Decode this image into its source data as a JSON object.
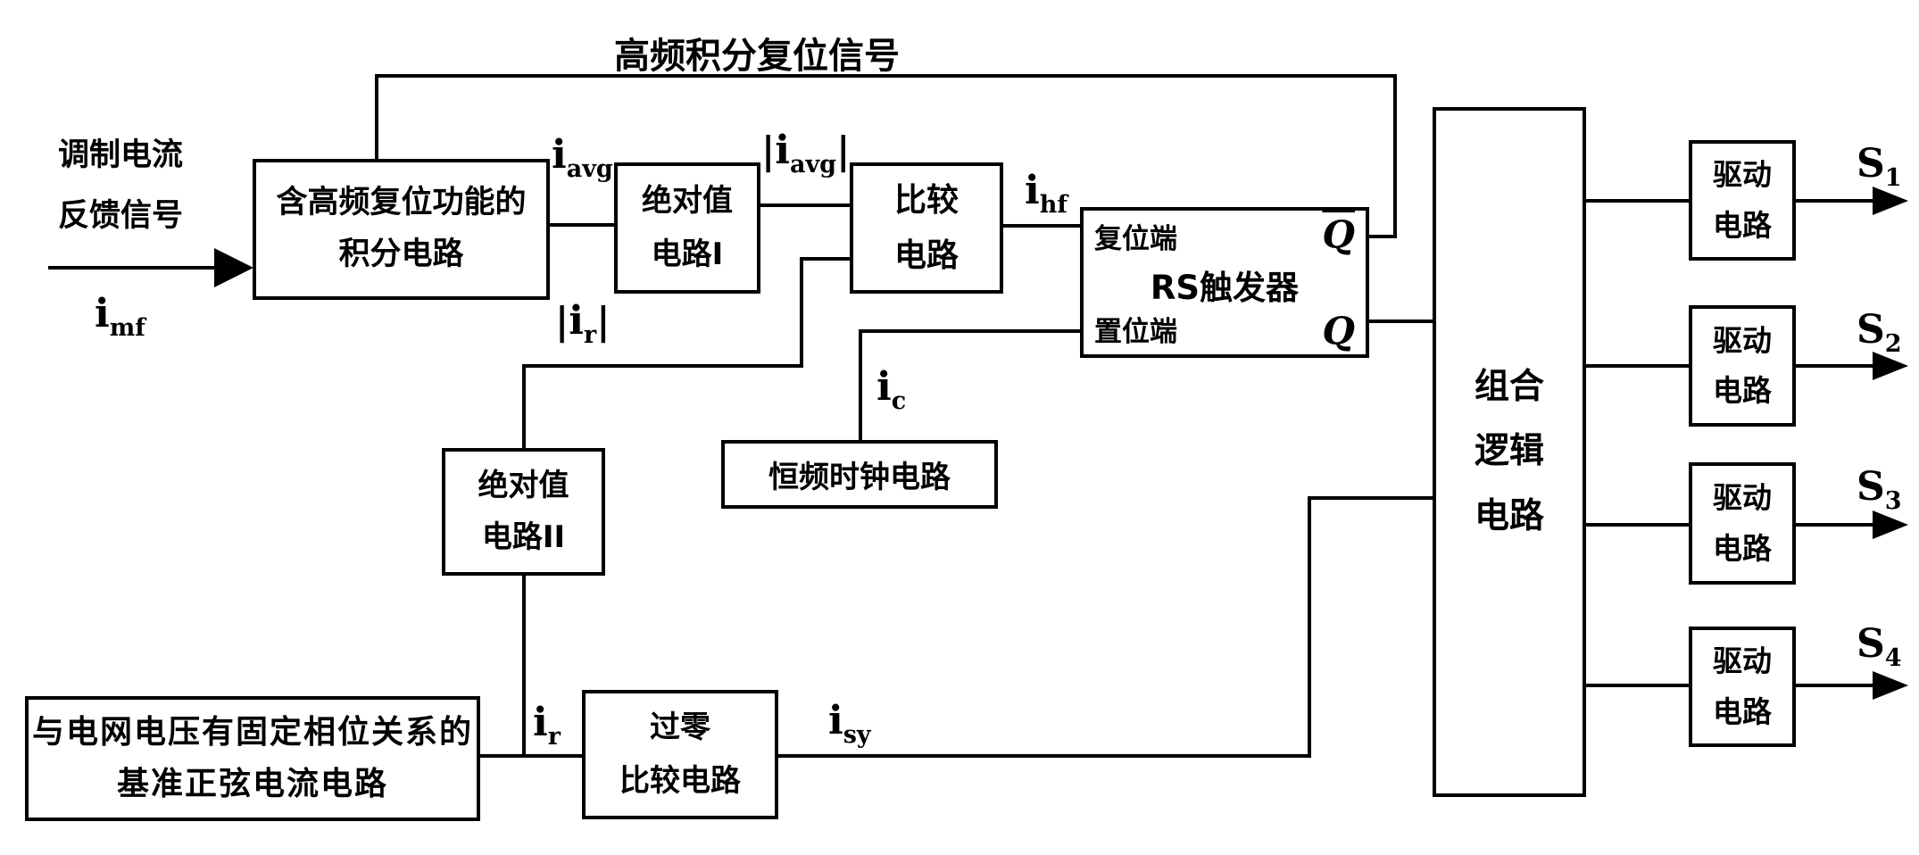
{
  "colors": {
    "line": "#000000",
    "background": "#ffffff"
  },
  "top_label": "高频积分复位信号",
  "input": {
    "line1": "调制电流",
    "line2": "反馈信号"
  },
  "signals": {
    "imf": {
      "base": "i",
      "sub": "mf"
    },
    "iavg": {
      "base": "i",
      "sub": "avg"
    },
    "iavg_abs": {
      "pre": "|",
      "base": "i",
      "sub": "avg",
      "post": "|"
    },
    "ihf": {
      "base": "i",
      "sub": "hf"
    },
    "ic": {
      "base": "i",
      "sub": "c"
    },
    "ir_abs": {
      "pre": "|",
      "base": "i",
      "sub": "r",
      "post": "|"
    },
    "ir": {
      "base": "i",
      "sub": "r"
    },
    "isy": {
      "base": "i",
      "sub": "sy"
    },
    "s1": {
      "base": "S",
      "sub": "1"
    },
    "s2": {
      "base": "S",
      "sub": "2"
    },
    "s3": {
      "base": "S",
      "sub": "3"
    },
    "s4": {
      "base": "S",
      "sub": "4"
    }
  },
  "blocks": {
    "integrator": {
      "line1": "含高频复位功能的",
      "line2": "积分电路"
    },
    "abs1": {
      "line1": "绝对值",
      "line2": "电路I"
    },
    "comparator": {
      "line1": "比较",
      "line2": "电路"
    },
    "rs": {
      "title": "RS触发器",
      "reset": "复位端",
      "set": "置位端",
      "q_bar": "Q",
      "q": "Q"
    },
    "clock": {
      "line1": "恒频时钟电路"
    },
    "abs2": {
      "line1": "绝对值",
      "line2": "电路II"
    },
    "sine_ref": {
      "line1": "与电网电压有固定相位关系的",
      "line2": "基准正弦电流电路"
    },
    "zero_cross": {
      "line1": "过零",
      "line2": "比较电路"
    },
    "logic": {
      "line1": "组合",
      "line2": "逻辑",
      "line3": "电路"
    },
    "drive": {
      "line1": "驱动",
      "line2": "电路"
    }
  }
}
